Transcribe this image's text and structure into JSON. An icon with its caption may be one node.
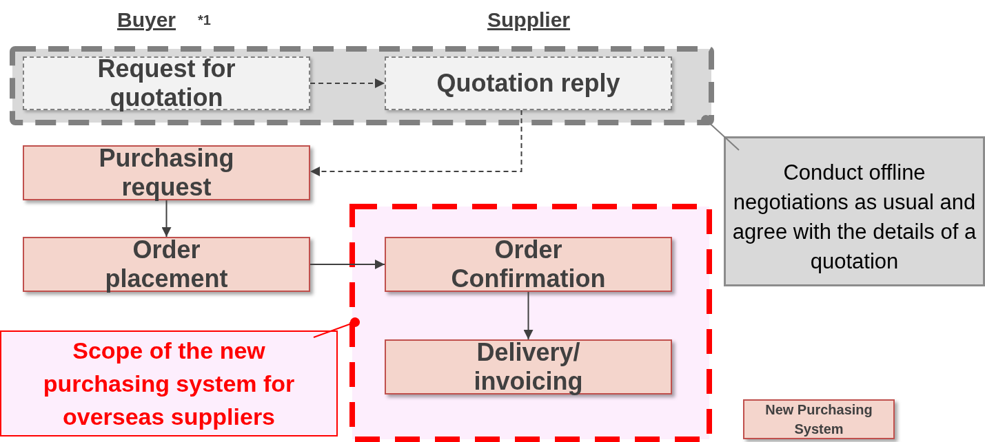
{
  "diagram": {
    "nodes": [
      {
        "text": [],
        "shape": "box"
      },
      {
        "text": [
          "Request for quotation"
        ],
        "in": 0
      },
      {
        "text": [
          "Quotation reply"
        ],
        "in": 0
      },
      {
        "text": [
          "Purchasing request"
        ]
      },
      {
        "text": [
          "Order placement"
        ]
      },
      {
        "text": [],
        "shape": "box"
      },
      {
        "text": [
          "Order Confirmation"
        ],
        "in": 5
      },
      {
        "text": [
          "Delivery/ invoicing"
        ],
        "in": 5
      },
      {
        "text": [
          "Conduct offline negotiations as usual and agree with the details of a quotation"
        ]
      },
      {
        "text": [
          "Scope of the new purchasing system for overseas suppliers"
        ]
      }
    ],
    "edges": [
      {
        "from": 1,
        "to": 2,
        "arrow": "to",
        "style": "dashed"
      },
      {
        "from": 2,
        "to": 3,
        "arrow": "to",
        "style": "dashed"
      },
      {
        "from": 3,
        "to": 4,
        "arrow": "to"
      },
      {
        "from": 4,
        "to": 6,
        "arrow": "to"
      },
      {
        "from": 6,
        "to": 7,
        "arrow": "to"
      },
      {
        "from": 8,
        "to": 0,
        "arrow": "other",
        "color": "#7f7f7f"
      },
      {
        "from": 9,
        "to": 5,
        "arrow": "other",
        "color": "#ff0000"
      }
    ],
    "labels": [
      "Buyer",
      "*1",
      "Supplier"
    ],
    "legend": [
      {
        "text": "New Purchasing System",
        "color": "#f4d5cc"
      }
    ]
  }
}
